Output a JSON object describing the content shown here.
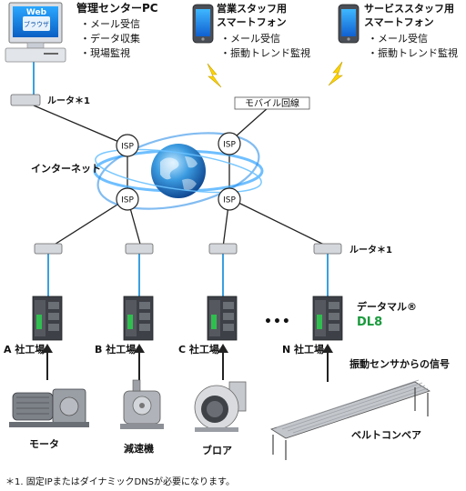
{
  "pc": {
    "screen_title": "Web",
    "screen_subtitle": "ブラウザ",
    "title": "管理センターPC",
    "items": [
      "・メール受信",
      "・データ収集",
      "・現場監視"
    ]
  },
  "phone_sales": {
    "title_line1": "営業スタッフ用",
    "title_line2": "スマートフォン",
    "items": [
      "・メール受信",
      "・振動トレンド監視"
    ]
  },
  "phone_service": {
    "title_line1": "サービススタッフ用",
    "title_line2": "スマートフォン",
    "items": [
      "・メール受信",
      "・振動トレンド監視"
    ]
  },
  "router_top_label": "ルータ＊1",
  "mobile_line_label": "モバイル回線",
  "internet_label": "インターネット",
  "isp_label": "ISP",
  "router_right_label": "ルータ＊1",
  "datamaru": {
    "name": "データマル®",
    "model": "DL8"
  },
  "ellipsis": "•••",
  "factories": [
    "A 社工場",
    "B 社工場",
    "C 社工場",
    "N 社工場"
  ],
  "machines": [
    "モータ",
    "減速機",
    "ブロア",
    "ベルトコンベア"
  ],
  "signal_label": "振動センサからの信号",
  "footnote": "＊1. 固定IPまたはダイナミックDNSが必要になります。"
}
